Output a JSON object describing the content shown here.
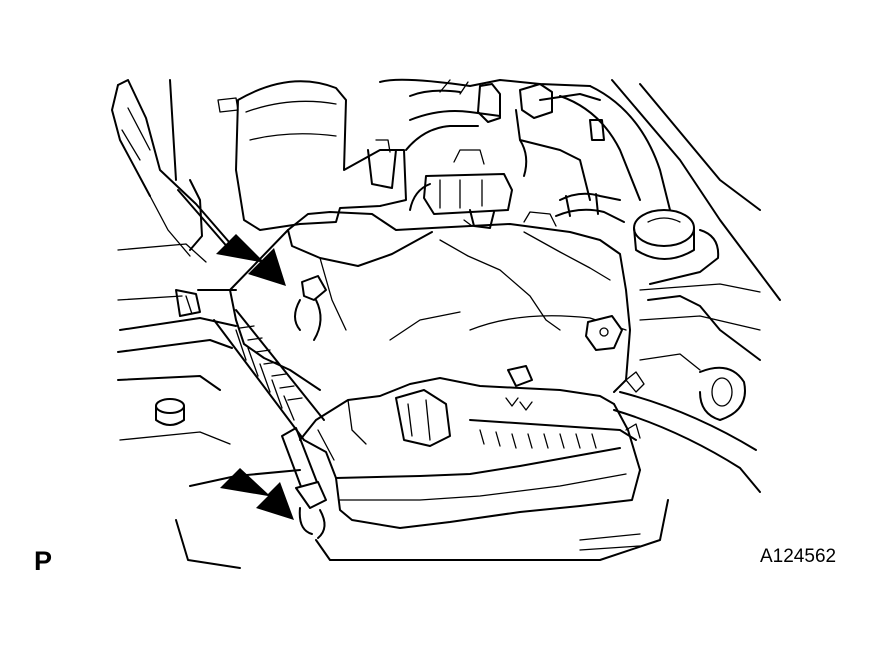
{
  "figure": {
    "corner_label": "P",
    "figure_id": "A124562"
  },
  "colors": {
    "line": "#000000",
    "background": "#ffffff"
  },
  "arrows": [
    {
      "name": "upper-pointer-arrow",
      "target": "upper-clip"
    },
    {
      "name": "lower-pointer-arrow",
      "target": "lower-clip"
    }
  ]
}
